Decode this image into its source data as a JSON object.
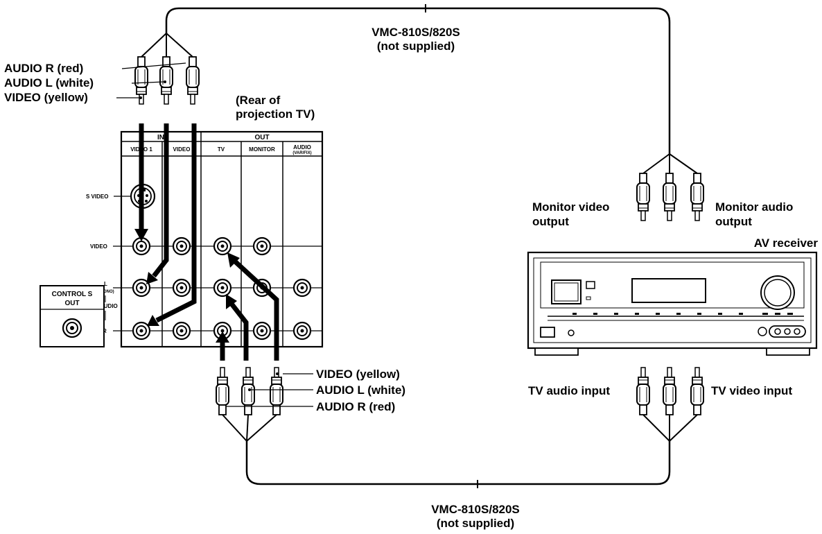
{
  "cable_top": {
    "model": "VMC-810S/820S",
    "note": "(not supplied)"
  },
  "cable_bottom": {
    "model": "VMC-810S/820S",
    "note": "(not supplied)"
  },
  "left_plugs": {
    "audio_r": "AUDIO R (red)",
    "audio_l": "AUDIO L (white)",
    "video": "VIDEO (yellow)"
  },
  "bottom_plugs": {
    "video": "VIDEO (yellow)",
    "audio_l": "AUDIO L (white)",
    "audio_r": "AUDIO R (red)"
  },
  "tv_caption": {
    "line1": "(Rear of",
    "line2": "projection TV)"
  },
  "tv_panel": {
    "in_header": "IN",
    "out_header": "OUT",
    "col_video1": "VIDEO 1",
    "col_video2": "VIDEO",
    "col_tv": "TV",
    "col_monitor": "MONITOR",
    "col_audio": "AUDIO",
    "col_audio_sub": "(VAR/FIX)",
    "row_svideo": "S VIDEO",
    "row_video": "VIDEO",
    "row_l": "L",
    "row_mono": "(MONO)",
    "row_audio": "AUDIO",
    "row_r": "R"
  },
  "control_s": {
    "line1": "CONTROL S",
    "line2": "OUT"
  },
  "receiver": {
    "title": "AV receiver",
    "monitor_video": {
      "line1": "Monitor video",
      "line2": "output"
    },
    "monitor_audio": {
      "line1": "Monitor audio",
      "line2": "output"
    },
    "tv_audio_input": "TV audio input",
    "tv_video_input": "TV video input"
  }
}
